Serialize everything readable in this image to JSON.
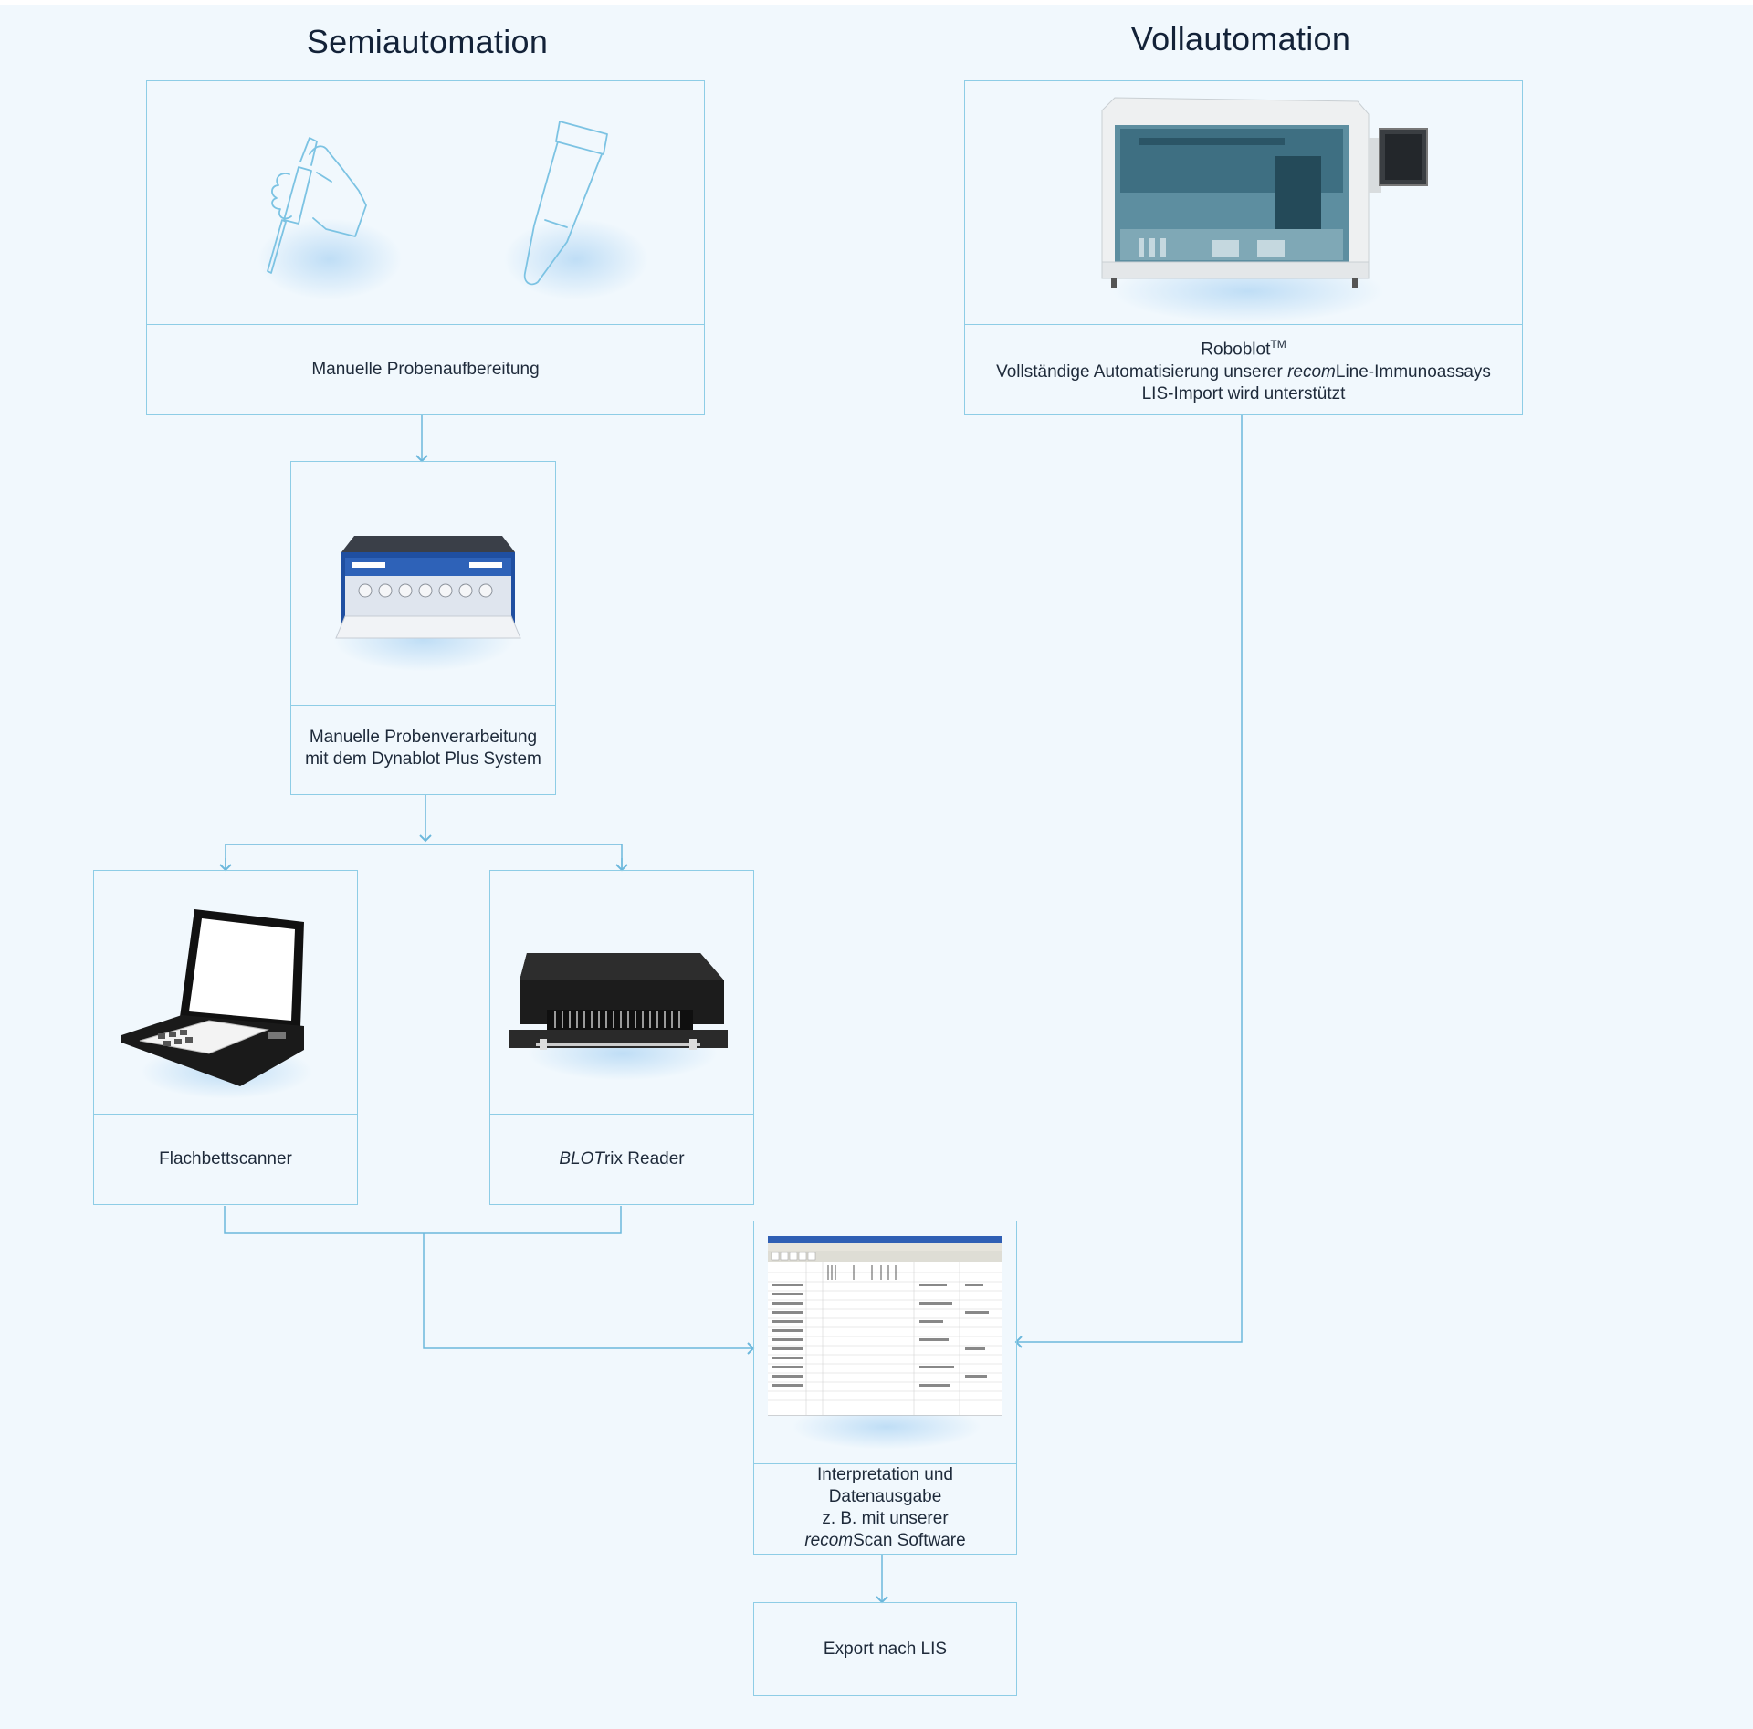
{
  "headings": {
    "semi": "Semiautomation",
    "full": "Vollautomation"
  },
  "boxes": {
    "manual_prep": {
      "caption": "Manuelle Probenaufbereitung"
    },
    "roboblot": {
      "line1_name": "Roboblot",
      "line1_tm": "TM",
      "line2_pre": "Vollständige Automatisierung unserer ",
      "line2_em": "recom",
      "line2_post": "Line-Immunoassays",
      "line3": "LIS-Import wird unterstützt"
    },
    "dynablot": {
      "line1": "Manuelle Probenverarbeitung",
      "line2": "mit dem Dynablot Plus System"
    },
    "flatbed": {
      "caption": "Flachbettscanner"
    },
    "blotrix": {
      "caption_em": "BLOT",
      "caption_post": "rix Reader"
    },
    "interpretation": {
      "line1": "Interpretation und",
      "line2": "Datenausgabe",
      "line3": "z. B. mit unserer",
      "line4_em": "recom",
      "line4_post": "Scan Software"
    },
    "export": {
      "caption": "Export nach LIS"
    }
  },
  "colors": {
    "border": "#8ecde6",
    "connector": "#6cb8dc",
    "background": "#f1f8fd",
    "heading": "#132238"
  },
  "icons": [
    "pipette-hand-icon",
    "test-tube-icon"
  ]
}
